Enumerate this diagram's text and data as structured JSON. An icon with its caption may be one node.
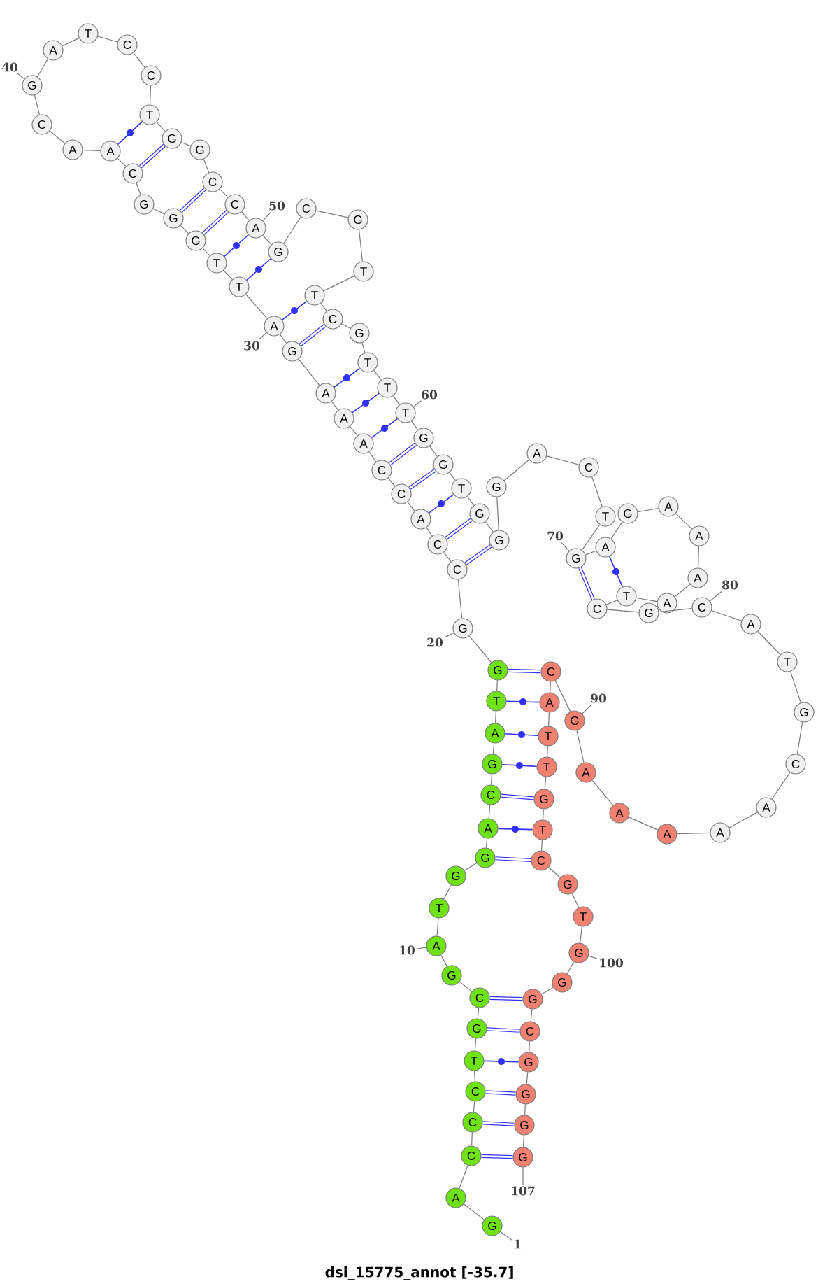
{
  "diagram": {
    "title": "dsi_15775_annot [-35.7]",
    "nodes": [
      {
        "text": [
          "G"
        ]
      },
      {
        "text": [
          "A"
        ]
      },
      {
        "text": [
          "C"
        ]
      },
      {
        "text": [
          "C"
        ]
      },
      {
        "text": [
          "C"
        ]
      },
      {
        "text": [
          "T"
        ]
      },
      {
        "text": [
          "G"
        ]
      },
      {
        "text": [
          "C"
        ]
      },
      {
        "text": [
          "G"
        ]
      },
      {
        "text": [
          "A"
        ]
      },
      {
        "text": [
          "T"
        ]
      },
      {
        "text": [
          "G"
        ]
      },
      {
        "text": [
          "G"
        ]
      },
      {
        "text": [
          "A"
        ]
      },
      {
        "text": [
          "C"
        ]
      },
      {
        "text": [
          "G"
        ]
      },
      {
        "text": [
          "A"
        ]
      },
      {
        "text": [
          "T"
        ]
      },
      {
        "text": [
          "G"
        ]
      },
      {
        "text": [
          "G"
        ]
      },
      {
        "text": [
          "C"
        ]
      },
      {
        "text": [
          "C"
        ]
      },
      {
        "text": [
          "A"
        ]
      },
      {
        "text": [
          "C"
        ]
      },
      {
        "text": [
          "C"
        ]
      },
      {
        "text": [
          "A"
        ]
      },
      {
        "text": [
          "A"
        ]
      },
      {
        "text": [
          "A"
        ]
      },
      {
        "text": [
          "G"
        ]
      },
      {
        "text": [
          "A"
        ]
      },
      {
        "text": [
          "T"
        ]
      },
      {
        "text": [
          "T"
        ]
      },
      {
        "text": [
          "G"
        ]
      },
      {
        "text": [
          "G"
        ]
      },
      {
        "text": [
          "G"
        ]
      },
      {
        "text": [
          "C"
        ]
      },
      {
        "text": [
          "A"
        ]
      },
      {
        "text": [
          "A"
        ]
      },
      {
        "text": [
          "C"
        ]
      },
      {
        "text": [
          "G"
        ]
      },
      {
        "text": [
          "A"
        ]
      },
      {
        "text": [
          "T"
        ]
      },
      {
        "text": [
          "C"
        ]
      },
      {
        "text": [
          "C"
        ]
      },
      {
        "text": [
          "T"
        ]
      },
      {
        "text": [
          "G"
        ]
      },
      {
        "text": [
          "G"
        ]
      },
      {
        "text": [
          "C"
        ]
      },
      {
        "text": [
          "C"
        ]
      },
      {
        "text": [
          "A"
        ]
      },
      {
        "text": [
          "G"
        ]
      },
      {
        "text": [
          "C"
        ]
      },
      {
        "text": [
          "G"
        ]
      },
      {
        "text": [
          "T"
        ]
      },
      {
        "text": [
          "T"
        ]
      },
      {
        "text": [
          "C"
        ]
      },
      {
        "text": [
          "G"
        ]
      },
      {
        "text": [
          "T"
        ]
      },
      {
        "text": [
          "T"
        ]
      },
      {
        "text": [
          "T"
        ]
      },
      {
        "text": [
          "G"
        ]
      },
      {
        "text": [
          "G"
        ]
      },
      {
        "text": [
          "T"
        ]
      },
      {
        "text": [
          "G"
        ]
      },
      {
        "text": [
          "G"
        ]
      },
      {
        "text": [
          "G"
        ]
      },
      {
        "text": [
          "A"
        ]
      },
      {
        "text": [
          "C"
        ]
      },
      {
        "text": [
          "T"
        ]
      },
      {
        "text": [
          "G"
        ]
      },
      {
        "text": [
          "A"
        ]
      },
      {
        "text": [
          "G"
        ]
      },
      {
        "text": [
          "A"
        ]
      },
      {
        "text": [
          "A"
        ]
      },
      {
        "text": [
          "A"
        ]
      },
      {
        "text": [
          "A"
        ]
      },
      {
        "text": [
          "T"
        ]
      },
      {
        "text": [
          "C"
        ]
      },
      {
        "text": [
          "G"
        ]
      },
      {
        "text": [
          "C"
        ]
      },
      {
        "text": [
          "A"
        ]
      },
      {
        "text": [
          "T"
        ]
      },
      {
        "text": [
          "G"
        ]
      },
      {
        "text": [
          "C"
        ]
      },
      {
        "text": [
          "A"
        ]
      },
      {
        "text": [
          "A"
        ]
      },
      {
        "text": [
          "A"
        ]
      },
      {
        "text": [
          "A"
        ]
      },
      {
        "text": [
          "A"
        ]
      },
      {
        "text": [
          "G"
        ]
      },
      {
        "text": [
          "C"
        ]
      },
      {
        "text": [
          "A"
        ]
      },
      {
        "text": [
          "T"
        ]
      },
      {
        "text": [
          "T"
        ]
      },
      {
        "text": [
          "G"
        ]
      },
      {
        "text": [
          "T"
        ]
      },
      {
        "text": [
          "C"
        ]
      },
      {
        "text": [
          "G"
        ]
      },
      {
        "text": [
          "T"
        ]
      },
      {
        "text": [
          "G"
        ]
      },
      {
        "text": [
          "G"
        ]
      },
      {
        "text": [
          "G"
        ]
      },
      {
        "text": [
          "C"
        ]
      },
      {
        "text": [
          "G"
        ]
      },
      {
        "text": [
          "G"
        ]
      },
      {
        "text": [
          "G"
        ]
      },
      {
        "text": [
          "G"
        ]
      },
      {
        "text": [
          "1"
        ]
      },
      {
        "text": [
          "10"
        ]
      },
      {
        "text": [
          "20"
        ]
      },
      {
        "text": [
          "30"
        ]
      },
      {
        "text": [
          "40"
        ]
      },
      {
        "text": [
          "50"
        ]
      },
      {
        "text": [
          "60"
        ]
      },
      {
        "text": [
          "70"
        ]
      },
      {
        "text": [
          "80"
        ]
      },
      {
        "text": [
          "90"
        ]
      },
      {
        "text": [
          "100"
        ]
      },
      {
        "text": [
          "107"
        ]
      }
    ],
    "edges": [
      {
        "from": 0,
        "to": 1,
        "arrow": "none"
      },
      {
        "from": 1,
        "to": 2,
        "arrow": "none"
      },
      {
        "from": 2,
        "to": 3,
        "arrow": "none"
      },
      {
        "from": 3,
        "to": 4,
        "arrow": "none"
      },
      {
        "from": 4,
        "to": 5,
        "arrow": "none"
      },
      {
        "from": 5,
        "to": 6,
        "arrow": "none"
      },
      {
        "from": 6,
        "to": 7,
        "arrow": "none"
      },
      {
        "from": 7,
        "to": 8,
        "arrow": "none"
      },
      {
        "from": 8,
        "to": 9,
        "arrow": "none"
      },
      {
        "from": 9,
        "to": 10,
        "arrow": "none"
      },
      {
        "from": 10,
        "to": 11,
        "arrow": "none"
      },
      {
        "from": 11,
        "to": 12,
        "arrow": "none"
      },
      {
        "from": 12,
        "to": 13,
        "arrow": "none"
      },
      {
        "from": 13,
        "to": 14,
        "arrow": "none"
      },
      {
        "from": 14,
        "to": 15,
        "arrow": "none"
      },
      {
        "from": 15,
        "to": 16,
        "arrow": "none"
      },
      {
        "from": 16,
        "to": 17,
        "arrow": "none"
      },
      {
        "from": 17,
        "to": 18,
        "arrow": "none"
      },
      {
        "from": 18,
        "to": 19,
        "arrow": "none"
      },
      {
        "from": 19,
        "to": 20,
        "arrow": "none"
      },
      {
        "from": 20,
        "to": 21,
        "arrow": "none"
      },
      {
        "from": 21,
        "to": 22,
        "arrow": "none"
      },
      {
        "from": 22,
        "to": 23,
        "arrow": "none"
      },
      {
        "from": 23,
        "to": 24,
        "arrow": "none"
      },
      {
        "from": 24,
        "to": 25,
        "arrow": "none"
      },
      {
        "from": 25,
        "to": 26,
        "arrow": "none"
      },
      {
        "from": 26,
        "to": 27,
        "arrow": "none"
      },
      {
        "from": 27,
        "to": 28,
        "arrow": "none"
      },
      {
        "from": 28,
        "to": 29,
        "arrow": "none"
      },
      {
        "from": 29,
        "to": 30,
        "arrow": "none"
      },
      {
        "from": 30,
        "to": 31,
        "arrow": "none"
      },
      {
        "from": 31,
        "to": 32,
        "arrow": "none"
      },
      {
        "from": 32,
        "to": 33,
        "arrow": "none"
      },
      {
        "from": 33,
        "to": 34,
        "arrow": "none"
      },
      {
        "from": 34,
        "to": 35,
        "arrow": "none"
      },
      {
        "from": 35,
        "to": 36,
        "arrow": "none"
      },
      {
        "from": 36,
        "to": 37,
        "arrow": "none"
      },
      {
        "from": 37,
        "to": 38,
        "arrow": "none"
      },
      {
        "from": 38,
        "to": 39,
        "arrow": "none"
      },
      {
        "from": 39,
        "to": 40,
        "arrow": "none"
      },
      {
        "from": 40,
        "to": 41,
        "arrow": "none"
      },
      {
        "from": 41,
        "to": 42,
        "arrow": "none"
      },
      {
        "from": 42,
        "to": 43,
        "arrow": "none"
      },
      {
        "from": 43,
        "to": 44,
        "arrow": "none"
      },
      {
        "from": 44,
        "to": 45,
        "arrow": "none"
      },
      {
        "from": 45,
        "to": 46,
        "arrow": "none"
      },
      {
        "from": 46,
        "to": 47,
        "arrow": "none"
      },
      {
        "from": 47,
        "to": 48,
        "arrow": "none"
      },
      {
        "from": 48,
        "to": 49,
        "arrow": "none"
      },
      {
        "from": 49,
        "to": 50,
        "arrow": "none"
      },
      {
        "from": 50,
        "to": 51,
        "arrow": "none"
      },
      {
        "from": 51,
        "to": 52,
        "arrow": "none"
      },
      {
        "from": 52,
        "to": 53,
        "arrow": "none"
      },
      {
        "from": 53,
        "to": 54,
        "arrow": "none"
      },
      {
        "from": 54,
        "to": 55,
        "arrow": "none"
      },
      {
        "from": 55,
        "to": 56,
        "arrow": "none"
      },
      {
        "from": 56,
        "to": 57,
        "arrow": "none"
      },
      {
        "from": 57,
        "to": 58,
        "arrow": "none"
      },
      {
        "from": 58,
        "to": 59,
        "arrow": "none"
      },
      {
        "from": 59,
        "to": 60,
        "arrow": "none"
      },
      {
        "from": 60,
        "to": 61,
        "arrow": "none"
      },
      {
        "from": 61,
        "to": 62,
        "arrow": "none"
      },
      {
        "from": 62,
        "to": 63,
        "arrow": "none"
      },
      {
        "from": 63,
        "to": 64,
        "arrow": "none"
      },
      {
        "from": 64,
        "to": 65,
        "arrow": "none"
      },
      {
        "from": 65,
        "to": 66,
        "arrow": "none"
      },
      {
        "from": 66,
        "to": 67,
        "arrow": "none"
      },
      {
        "from": 67,
        "to": 68,
        "arrow": "none"
      },
      {
        "from": 68,
        "to": 69,
        "arrow": "none"
      },
      {
        "from": 69,
        "to": 70,
        "arrow": "none"
      },
      {
        "from": 70,
        "to": 71,
        "arrow": "none"
      },
      {
        "from": 71,
        "to": 72,
        "arrow": "none"
      },
      {
        "from": 72,
        "to": 73,
        "arrow": "none"
      },
      {
        "from": 73,
        "to": 74,
        "arrow": "none"
      },
      {
        "from": 74,
        "to": 75,
        "arrow": "none"
      },
      {
        "from": 75,
        "to": 76,
        "arrow": "none"
      },
      {
        "from": 76,
        "to": 77,
        "arrow": "none"
      },
      {
        "from": 77,
        "to": 78,
        "arrow": "none"
      },
      {
        "from": 78,
        "to": 79,
        "arrow": "none"
      },
      {
        "from": 79,
        "to": 80,
        "arrow": "none"
      },
      {
        "from": 80,
        "to": 81,
        "arrow": "none"
      },
      {
        "from": 81,
        "to": 82,
        "arrow": "none"
      },
      {
        "from": 82,
        "to": 83,
        "arrow": "none"
      },
      {
        "from": 83,
        "to": 84,
        "arrow": "none"
      },
      {
        "from": 84,
        "to": 85,
        "arrow": "none"
      },
      {
        "from": 85,
        "to": 86,
        "arrow": "none"
      },
      {
        "from": 86,
        "to": 87,
        "arrow": "none"
      },
      {
        "from": 87,
        "to": 88,
        "arrow": "none"
      },
      {
        "from": 88,
        "to": 89,
        "arrow": "none"
      },
      {
        "from": 89,
        "to": 90,
        "arrow": "none"
      },
      {
        "from": 90,
        "to": 91,
        "arrow": "none"
      },
      {
        "from": 91,
        "to": 92,
        "arrow": "none"
      },
      {
        "from": 92,
        "to": 93,
        "arrow": "none"
      },
      {
        "from": 93,
        "to": 94,
        "arrow": "none"
      },
      {
        "from": 94,
        "to": 95,
        "arrow": "none"
      },
      {
        "from": 95,
        "to": 96,
        "arrow": "none"
      },
      {
        "from": 96,
        "to": 97,
        "arrow": "none"
      },
      {
        "from": 97,
        "to": 98,
        "arrow": "none"
      },
      {
        "from": 98,
        "to": 99,
        "arrow": "none"
      },
      {
        "from": 99,
        "to": 100,
        "arrow": "none"
      },
      {
        "from": 100,
        "to": 101,
        "arrow": "none"
      },
      {
        "from": 101,
        "to": 102,
        "arrow": "none"
      },
      {
        "from": 102,
        "to": 103,
        "arrow": "none"
      },
      {
        "from": 103,
        "to": 104,
        "arrow": "none"
      },
      {
        "from": 104,
        "to": 105,
        "arrow": "none"
      },
      {
        "from": 105,
        "to": 106,
        "arrow": "none"
      },
      {
        "from": 2,
        "to": 106,
        "arrow": "none",
        "style": "thick",
        "color": "#3030ff"
      },
      {
        "from": 3,
        "to": 105,
        "arrow": "none",
        "style": "thick",
        "color": "#3030ff"
      },
      {
        "from": 4,
        "to": 104,
        "arrow": "none",
        "style": "thick",
        "color": "#3030ff"
      },
      {
        "from": 5,
        "to": 103,
        "arrow": "none",
        "color": "#3030ff"
      },
      {
        "from": 6,
        "to": 102,
        "arrow": "none",
        "style": "thick",
        "color": "#3030ff"
      },
      {
        "from": 7,
        "to": 101,
        "arrow": "none",
        "style": "thick",
        "color": "#3030ff"
      },
      {
        "from": 12,
        "to": 96,
        "arrow": "none",
        "style": "thick",
        "color": "#3030ff"
      },
      {
        "from": 13,
        "to": 95,
        "arrow": "none",
        "color": "#3030ff"
      },
      {
        "from": 14,
        "to": 94,
        "arrow": "none",
        "style": "thick",
        "color": "#3030ff"
      },
      {
        "from": 15,
        "to": 93,
        "arrow": "none",
        "color": "#3030ff"
      },
      {
        "from": 16,
        "to": 92,
        "arrow": "none",
        "color": "#3030ff"
      },
      {
        "from": 17,
        "to": 91,
        "arrow": "none",
        "color": "#3030ff"
      },
      {
        "from": 18,
        "to": 90,
        "arrow": "none",
        "style": "thick",
        "color": "#3030ff"
      },
      {
        "from": 20,
        "to": 64,
        "arrow": "none",
        "style": "thick",
        "color": "#3030ff"
      },
      {
        "from": 21,
        "to": 63,
        "arrow": "none",
        "style": "thick",
        "color": "#3030ff"
      },
      {
        "from": 22,
        "to": 62,
        "arrow": "none",
        "color": "#3030ff"
      },
      {
        "from": 23,
        "to": 61,
        "arrow": "none",
        "style": "thick",
        "color": "#3030ff"
      },
      {
        "from": 24,
        "to": 60,
        "arrow": "none",
        "style": "thick",
        "color": "#3030ff"
      },
      {
        "from": 25,
        "to": 59,
        "arrow": "none",
        "color": "#3030ff"
      },
      {
        "from": 26,
        "to": 58,
        "arrow": "none",
        "color": "#3030ff"
      },
      {
        "from": 27,
        "to": 57,
        "arrow": "none",
        "color": "#3030ff"
      },
      {
        "from": 28,
        "to": 55,
        "arrow": "none",
        "style": "thick",
        "color": "#3030ff"
      },
      {
        "from": 29,
        "to": 54,
        "arrow": "none",
        "color": "#3030ff"
      },
      {
        "from": 30,
        "to": 50,
        "arrow": "none",
        "color": "#3030ff"
      },
      {
        "from": 31,
        "to": 49,
        "arrow": "none",
        "color": "#3030ff"
      },
      {
        "from": 32,
        "to": 48,
        "arrow": "none",
        "style": "thick",
        "color": "#3030ff"
      },
      {
        "from": 33,
        "to": 47,
        "arrow": "none",
        "style": "thick",
        "color": "#3030ff"
      },
      {
        "from": 35,
        "to": 45,
        "arrow": "none",
        "style": "thick",
        "color": "#3030ff"
      },
      {
        "from": 36,
        "to": 44,
        "arrow": "none",
        "color": "#3030ff"
      },
      {
        "from": 69,
        "to": 77,
        "arrow": "none",
        "style": "thick",
        "color": "#3030ff"
      },
      {
        "from": 70,
        "to": 76,
        "arrow": "none",
        "color": "#3030ff"
      },
      {
        "from": 107,
        "to": 0,
        "arrow": "none"
      },
      {
        "from": 108,
        "to": 9,
        "arrow": "none"
      },
      {
        "from": 109,
        "to": 19,
        "arrow": "none"
      },
      {
        "from": 110,
        "to": 29,
        "arrow": "none"
      },
      {
        "from": 111,
        "to": 39,
        "arrow": "none"
      },
      {
        "from": 112,
        "to": 49,
        "arrow": "none"
      },
      {
        "from": 113,
        "to": 59,
        "arrow": "none"
      },
      {
        "from": 114,
        "to": 69,
        "arrow": "none"
      },
      {
        "from": 115,
        "to": 79,
        "arrow": "none"
      },
      {
        "from": 116,
        "to": 89,
        "arrow": "none"
      },
      {
        "from": 117,
        "to": 99,
        "arrow": "none"
      },
      {
        "from": 118,
        "to": 106,
        "arrow": "none"
      }
    ]
  }
}
